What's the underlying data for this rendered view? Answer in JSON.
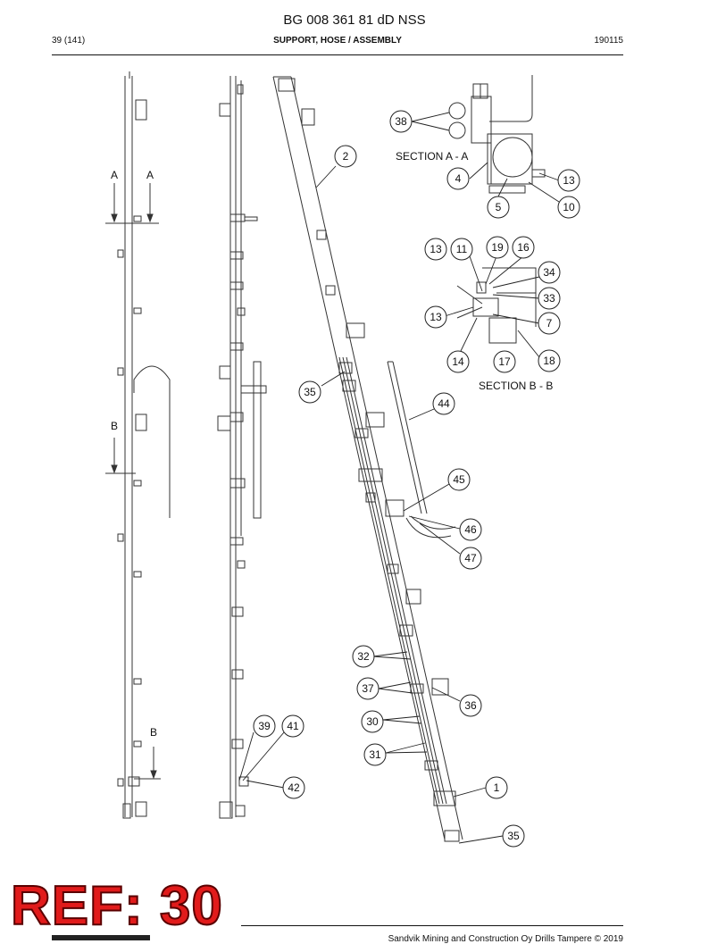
{
  "header": {
    "doc_title": "BG 008 361 81 dD NSS",
    "page": "39 (141)",
    "subtitle": "SUPPORT, HOSE / ASSEMBLY",
    "date_code": "190115"
  },
  "section_labels": {
    "a": "SECTION A - A",
    "b": "SECTION B - B"
  },
  "section_markers": {
    "a_left": "A",
    "a_right": "A",
    "b_top": "B",
    "b_bottom": "B"
  },
  "callouts": {
    "c38": "38",
    "c2": "2",
    "c4": "4",
    "c13a": "13",
    "c5": "5",
    "c10": "10",
    "c13b": "13",
    "c11": "11",
    "c19": "19",
    "c16": "16",
    "c34": "34",
    "c33": "33",
    "c13c": "13",
    "c7": "7",
    "c14": "14",
    "c17": "17",
    "c18": "18",
    "c35a": "35",
    "c44": "44",
    "c45": "45",
    "c46": "46",
    "c47": "47",
    "c32": "32",
    "c37": "37",
    "c36": "36",
    "c30": "30",
    "c31": "31",
    "c39": "39",
    "c41": "41",
    "c42": "42",
    "c1": "1",
    "c35b": "35"
  },
  "overlay": {
    "ref_label": "REF: 30"
  },
  "footer": {
    "copyright": "Sandvik Mining and Construction Oy Drills Tampere © 2019"
  }
}
